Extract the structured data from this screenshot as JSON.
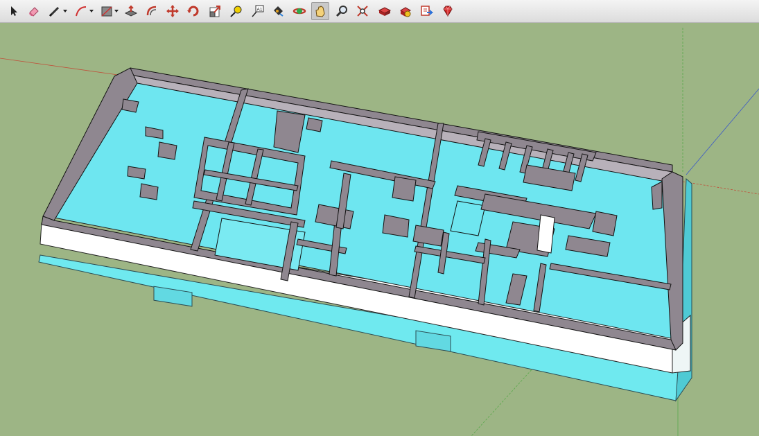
{
  "colors": {
    "ground": "#9db585",
    "floor": "#6ee6f0",
    "wall_top": "#8f8790",
    "wall_side": "#b8b1ba",
    "slab": "#ffffff",
    "foundation": "#6fe9ef",
    "axis_red": "#c0503a",
    "axis_green": "#58a84a",
    "axis_blue": "#3b58c8"
  },
  "toolbar": {
    "tools": [
      {
        "name": "select-tool",
        "icon": "arrow-cursor-icon"
      },
      {
        "name": "eraser-tool",
        "icon": "eraser-icon"
      },
      {
        "name": "line-tool",
        "icon": "pencil-icon",
        "has_dropdown": true
      },
      {
        "name": "arc-tool",
        "icon": "arc-icon",
        "has_dropdown": true
      },
      {
        "name": "shapes-tool",
        "icon": "rectangle-icon",
        "has_dropdown": true
      },
      {
        "name": "push-pull-tool",
        "icon": "push-pull-icon"
      },
      {
        "name": "offset-tool",
        "icon": "offset-icon"
      },
      {
        "name": "move-tool",
        "icon": "move-arrows-icon"
      },
      {
        "name": "rotate-tool",
        "icon": "rotate-icon"
      },
      {
        "name": "scale-tool",
        "icon": "scale-icon"
      },
      {
        "name": "tape-measure-tool",
        "icon": "tape-measure-icon"
      },
      {
        "name": "text-tool",
        "icon": "text-label-icon",
        "label": "A1"
      },
      {
        "name": "paint-bucket-tool",
        "icon": "paint-bucket-icon"
      },
      {
        "name": "orbit-tool",
        "icon": "orbit-icon"
      },
      {
        "name": "pan-tool",
        "icon": "hand-icon",
        "active": true
      },
      {
        "name": "zoom-tool",
        "icon": "magnifier-icon"
      },
      {
        "name": "zoom-extents-tool",
        "icon": "zoom-extents-icon"
      },
      {
        "name": "warehouse-tool",
        "icon": "3d-warehouse-icon"
      },
      {
        "name": "extension-warehouse-tool",
        "icon": "extension-warehouse-icon"
      },
      {
        "name": "send-to-layout-tool",
        "icon": "send-to-layout-icon"
      },
      {
        "name": "ruby-console-tool",
        "icon": "ruby-gem-icon"
      }
    ]
  }
}
